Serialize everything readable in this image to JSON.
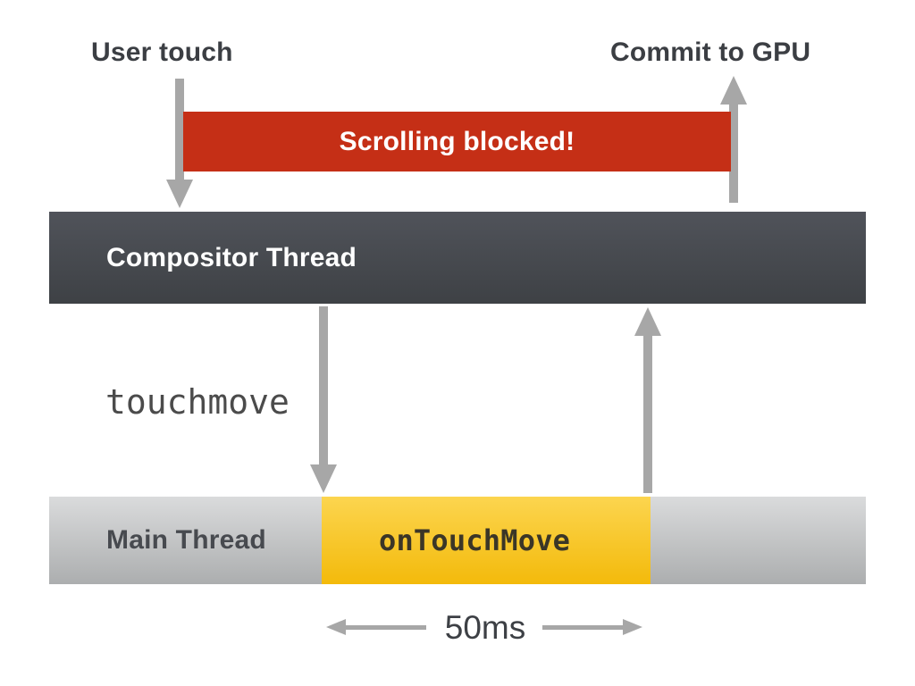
{
  "diagram": {
    "top_labels": {
      "user_touch": "User touch",
      "commit_to_gpu": "Commit to GPU"
    },
    "blocked_banner": {
      "label": "Scrolling blocked!"
    },
    "compositor_bar": {
      "label": "Compositor Thread"
    },
    "event_label": "touchmove",
    "main_bar": {
      "label": "Main Thread",
      "task_label": "onTouchMove"
    },
    "duration": {
      "label": "50ms"
    }
  },
  "icons": {
    "down_arrow": "▼",
    "up_arrow": "▲",
    "left_arrow": "◀",
    "right_arrow": "▶"
  },
  "colors": {
    "banner_red": "#c52f16",
    "banner_text": "#ffffff",
    "compositor_top": "#50535a",
    "compositor_bottom": "#3e4145",
    "main_top": "#dadbdc",
    "main_bottom": "#acaeaf",
    "task_yellow_top": "#fcd54f",
    "task_yellow_bottom": "#f3ba0b",
    "task_text": "#3b3627",
    "arrow": "#a7a7a7",
    "heading_text": "#3b3e43",
    "mono_text": "#4b4b4b",
    "main_label_text": "#474a4f",
    "duration_text": "#3d4045"
  }
}
